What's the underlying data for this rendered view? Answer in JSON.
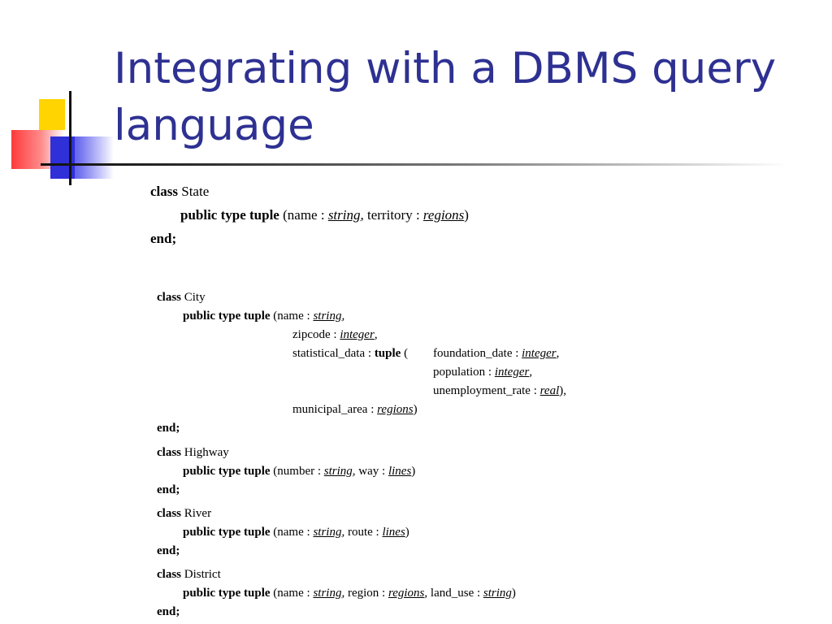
{
  "slide": {
    "title_line1": "Integrating with a DBMS query",
    "title_line2": "language"
  },
  "state_class": {
    "kw_class": "class",
    "name": "State",
    "kw_public": "public type tuple",
    "open": " (name : ",
    "t1": "string",
    "mid1": ", territory : ",
    "t2": "regions",
    "close": ")",
    "kw_end": "end;"
  },
  "city_class": {
    "kw_class": "class",
    "name": "City",
    "kw_public": "public type tuple",
    "l1_open": " (name : ",
    "l1_t": "string",
    "l1_close": ",",
    "l2_pre": "zipcode : ",
    "l2_t": "integer",
    "l2_close": ",",
    "l3_pre": "statistical_data : ",
    "l3_kw": "tuple",
    "l3_open": " (",
    "l3_field": "foundation_date : ",
    "l3_t": "integer",
    "l3_close": ",",
    "l4_pre": "population : ",
    "l4_t": "integer",
    "l4_close": ",",
    "l5_pre": "unemployment_rate : ",
    "l5_t": "real",
    "l5_close": "),",
    "l6_pre": "municipal_area : ",
    "l6_t": "regions",
    "l6_close": ")",
    "kw_end": "end;"
  },
  "highway_class": {
    "kw_class": "class",
    "name": "Highway",
    "kw_public": "public type tuple",
    "open": " (number : ",
    "t1": "string",
    "mid1": ", way : ",
    "t2": "lines",
    "close": ")",
    "kw_end": "end;"
  },
  "river_class": {
    "kw_class": "class",
    "name": "River",
    "kw_public": "public type tuple",
    "open": " (name : ",
    "t1": "string",
    "mid1": ", route : ",
    "t2": "lines",
    "close": ")",
    "kw_end": "end;"
  },
  "district_class": {
    "kw_class": "class",
    "name": "District",
    "kw_public": "public type tuple",
    "open": " (name : ",
    "t1": "string",
    "mid1": ", region : ",
    "t2": "regions",
    "mid2": ", land_use : ",
    "t3": "string",
    "close": ")",
    "kw_end": "end;"
  }
}
